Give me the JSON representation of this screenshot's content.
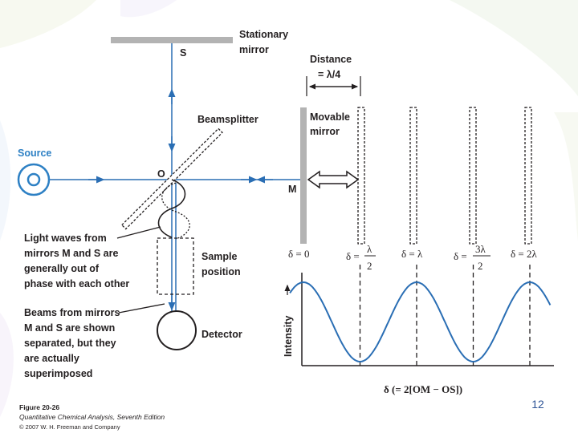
{
  "labels": {
    "stationary": [
      "Stationary",
      "mirror"
    ],
    "s_point": "S",
    "distance": [
      "Distance",
      "= λ/4"
    ],
    "beamsplitter": "Beamsplitter",
    "movable": [
      "Movable",
      "mirror"
    ],
    "source": "Source",
    "o_point": "O",
    "m_point": "M",
    "light_waves": [
      "Light waves from",
      "mirrors M and S are",
      "generally out of",
      "phase with each other"
    ],
    "sample": [
      "Sample",
      "position"
    ],
    "beams": [
      "Beams from mirrors",
      "M and S are shown",
      "separated, but they",
      "are actually",
      "superimposed"
    ],
    "detector": "Detector",
    "d0": "δ = 0",
    "d_half": {
      "prefix": "δ =",
      "num": "λ",
      "den": "2"
    },
    "d_lambda": "δ = λ",
    "d_3half": {
      "prefix": "δ =",
      "num": "3λ",
      "den": "2"
    },
    "d_2lambda": "δ = 2λ",
    "intensity": "Intensity",
    "delta_axis": "δ (= 2[OM − OS])"
  },
  "figure_caption": {
    "number": "Figure 20-26",
    "book": "Quantitative Chemical Analysis, Seventh Edition",
    "copyright": "© 2007 W. H. Freeman and Company"
  },
  "page_number": "12",
  "colors": {
    "beam": "#2a6eb4",
    "source_blue": "#2d80c4",
    "mirror_gray": "#b3b3b3",
    "text": "#231f20",
    "page_number": "#2f5597",
    "wave": "#2a6eb4"
  },
  "chart_data": {
    "type": "line",
    "x_marks": [
      "δ = 0",
      "δ = λ/2",
      "δ = λ",
      "δ = 3λ/2",
      "δ = 2λ"
    ],
    "xlabel": "δ (= 2[OM − OS])",
    "ylabel": "Intensity",
    "series": [
      {
        "x": [
          0,
          0.25,
          0.5,
          0.75,
          1,
          1.25,
          1.5,
          1.75,
          2
        ],
        "values": [
          1,
          0.5,
          0,
          0.5,
          1,
          0.5,
          0,
          0.5,
          1
        ]
      }
    ]
  }
}
